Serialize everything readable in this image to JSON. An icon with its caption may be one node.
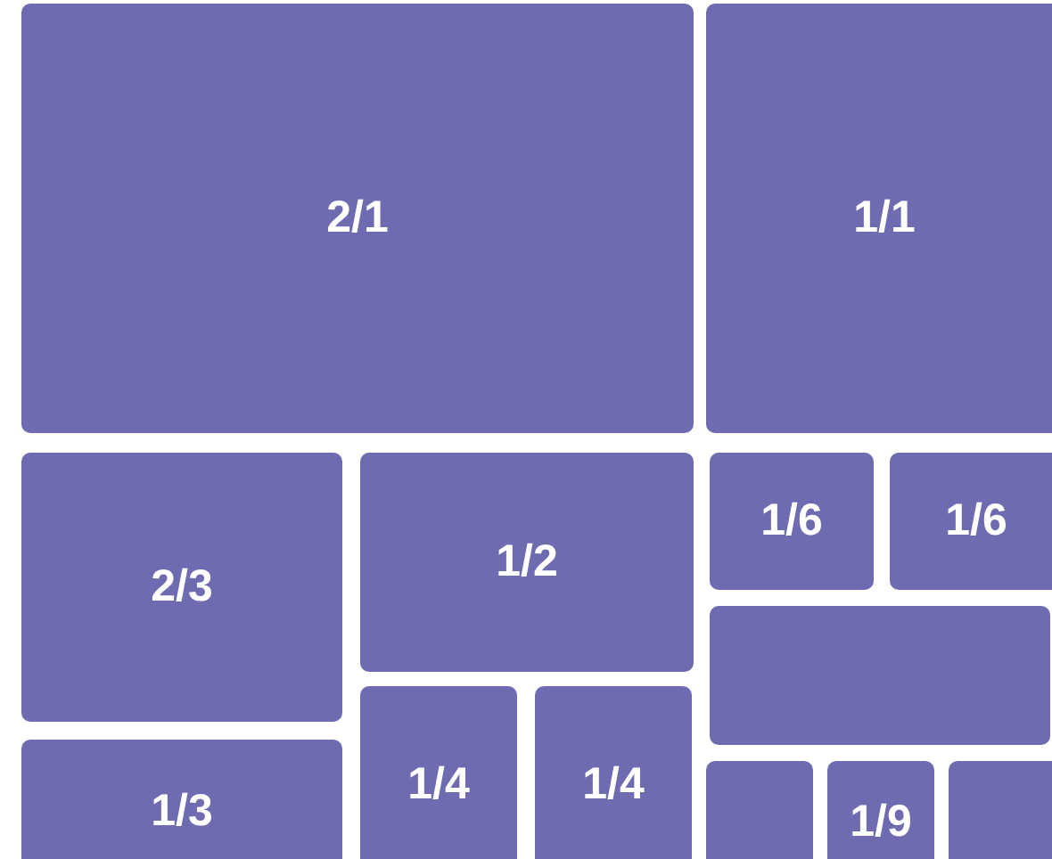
{
  "diagram": {
    "nodes": [
      {
        "text": [
          "2/1"
        ]
      },
      {
        "text": [
          "1/1"
        ]
      },
      {
        "text": [
          "2/3"
        ]
      },
      {
        "text": [
          "1/2"
        ]
      },
      {
        "text": [
          "1/6"
        ]
      },
      {
        "text": [
          "1/6"
        ]
      },
      {
        "text": [],
        "shape": "box"
      },
      {
        "text": [
          "1/3"
        ]
      },
      {
        "text": [
          "1/4"
        ]
      },
      {
        "text": [
          "1/4"
        ]
      },
      {
        "text": [],
        "shape": "box"
      },
      {
        "text": [
          "1/9"
        ]
      },
      {
        "text": [],
        "shape": "box"
      }
    ]
  }
}
